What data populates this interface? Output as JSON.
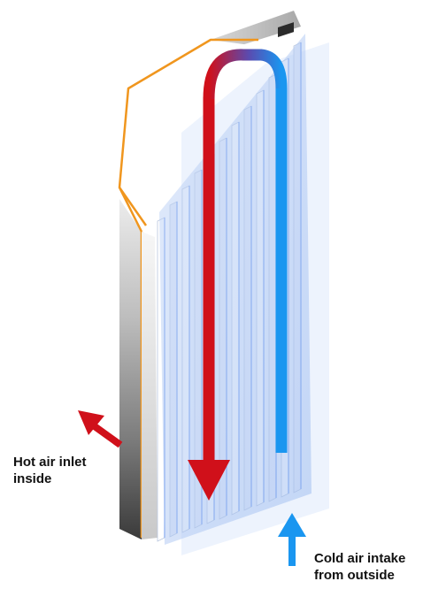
{
  "labels": {
    "hot_air": [
      "Hot air inlet",
      "inside"
    ],
    "cold_air": [
      "Cold air intake",
      "from outside"
    ]
  },
  "colors": {
    "hot_arrow": "#d0101a",
    "cold_arrow": "#1a96f0",
    "frame_outline": "#f0961e",
    "plates": "#a9c4f2",
    "plate_accent": "#5c8df0",
    "housing_dark": "#3a3a3a",
    "housing_light": "#e6e6e6"
  },
  "icons": {
    "hot_outflow_arrow": "arrow-up-left-icon",
    "cold_inflow_arrow": "arrow-up-icon"
  }
}
